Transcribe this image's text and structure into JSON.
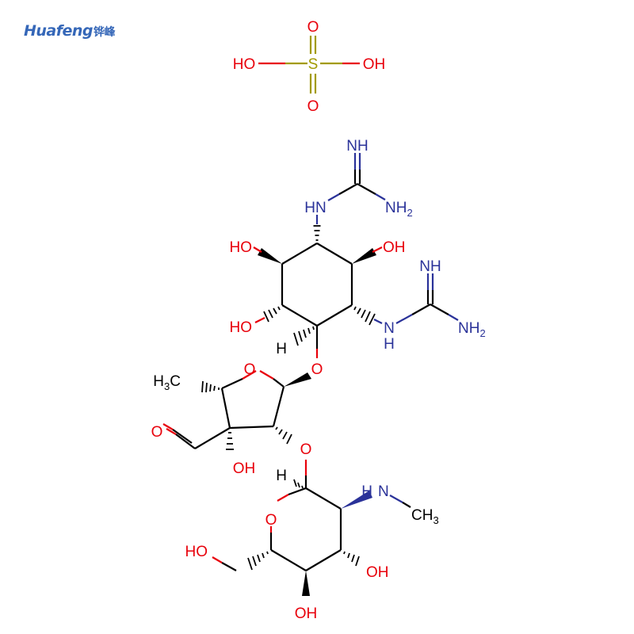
{
  "brand": {
    "name": "Huafeng",
    "name_cn": "铧峰"
  },
  "colors": {
    "oxygen": "#e8000b",
    "nitrogen": "#2a3299",
    "sulfur": "#a29a00",
    "carbon": "#000000"
  },
  "atoms": {
    "sulfuric_acid": {
      "s": "S",
      "o_top": "O",
      "o_bottom": "O",
      "oh_left": "HO",
      "oh_right": "OH"
    },
    "guanidine_top": {
      "nh_imine": "NH",
      "nh2": "NH",
      "nh2_sub": "2",
      "nh_link": "HN"
    },
    "guanidine_right": {
      "nh_imine": "NH",
      "nh2": "NH",
      "nh2_sub": "2",
      "nh_link": "N",
      "nh_link_h": "H"
    },
    "inositol": {
      "oh_upper_left": "HO",
      "oh_upper_right": "OH",
      "oh_lower_left": "HO",
      "h": "H",
      "o_glycosidic": "O"
    },
    "furanose": {
      "methyl": "H",
      "methyl_sub": "3",
      "methyl_c": "C",
      "ring_o": "O",
      "aldehyde_o": "O",
      "oh": "OH",
      "o_link": "O"
    },
    "pyranose": {
      "h": "H",
      "ring_o": "O",
      "nh": "N",
      "nh_h": "H",
      "methyl": "CH",
      "methyl_sub": "3",
      "oh_ch2": "HO",
      "oh_right": "OH",
      "oh_bottom": "OH"
    }
  }
}
